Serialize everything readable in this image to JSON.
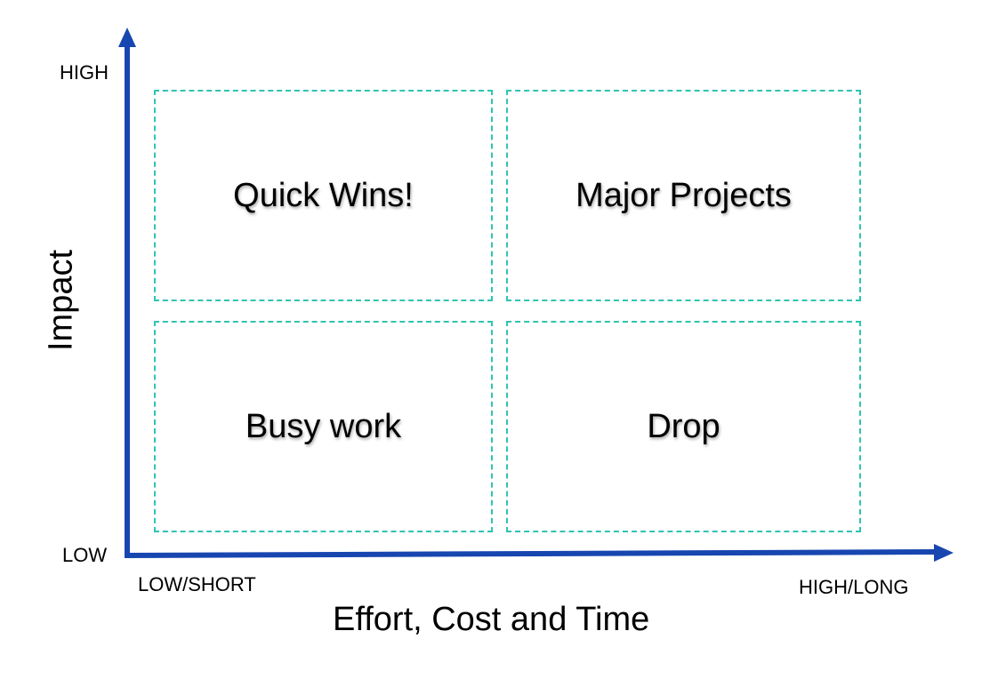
{
  "quadrants": {
    "top_left": "Quick Wins!",
    "top_right": "Major Projects",
    "bottom_left": "Busy work",
    "bottom_right": "Drop"
  },
  "y_axis": {
    "title": "Impact",
    "high_label": "HIGH",
    "low_label": "LOW"
  },
  "x_axis": {
    "title": "Effort, Cost and Time",
    "low_label": "LOW/SHORT",
    "high_label": "HIGH/LONG"
  },
  "colors": {
    "axis": "#1746b0",
    "quadrant_border": "#2fc4b2"
  }
}
